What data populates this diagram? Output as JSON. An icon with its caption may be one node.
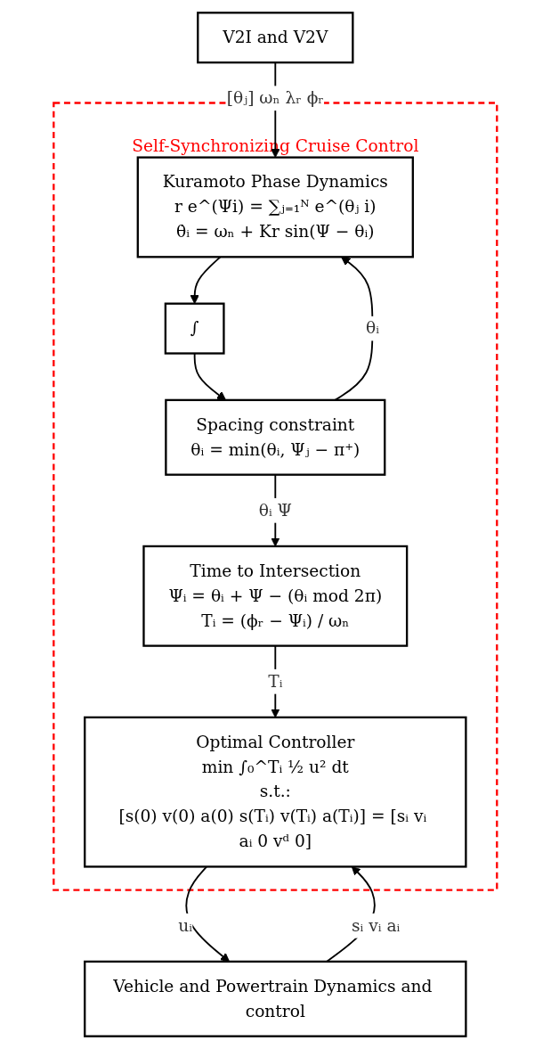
{
  "diagram": {
    "nodes": [
      {
        "text": [
          "V2I and V2V"
        ]
      },
      {
        "text": [
          "Self-Synchronizing Cruise Control"
        ]
      },
      {
        "text": [
          "Kuramoto Phase Dynamics",
          "r e^(Ψi) = ∑ⱼ₌₁ᴺ e^(θⱼ i)",
          "θ̇ᵢ = ωₙ + Kr sin(Ψ − θᵢ)"
        ],
        "in": 1
      },
      {
        "text": [
          "∫"
        ],
        "in": 1
      },
      {
        "text": [
          "Spacing constraint",
          "θᵢ = min(θᵢ, Ψⱼ − π⁺)"
        ],
        "in": 1
      },
      {
        "text": [
          "Time to Intersection",
          "Ψᵢ = θᵢ + Ψ − (θᵢ mod 2π)",
          "Tᵢ = (ϕᵣ − Ψᵢ) / ωₙ"
        ],
        "in": 1
      },
      {
        "text": [
          "Optimal Controller",
          "min ∫₀^Tᵢ ½ u² dt",
          "s.t.:",
          "[s(0) v(0) a(0) s(Tᵢ) v(Tᵢ) a(Tᵢ)] = [sᵢ vᵢ aᵢ 0 vᵈ 0]"
        ],
        "in": 1
      },
      {
        "text": [
          "Vehicle and Powertrain Dynamics and control"
        ]
      }
    ],
    "edges": [
      {
        "from": 0,
        "to": 2,
        "arrow": "to",
        "label": "[θⱼ] ωₙ λᵣ ϕᵣ"
      },
      {
        "from": 4,
        "to": 2,
        "arrow": "to",
        "label": "θᵢ"
      },
      {
        "from": 2,
        "to": 3,
        "arrow": "to"
      },
      {
        "from": 3,
        "to": 4,
        "arrow": "to"
      },
      {
        "from": 4,
        "to": 5,
        "arrow": "to",
        "label": "θᵢ Ψ"
      },
      {
        "from": 5,
        "to": 6,
        "arrow": "to",
        "label": "Tᵢ"
      },
      {
        "from": 6,
        "to": 7,
        "arrow": "to",
        "label": "uᵢ"
      },
      {
        "from": 7,
        "to": 6,
        "arrow": "to",
        "label": "sᵢ vᵢ aᵢ"
      }
    ]
  }
}
